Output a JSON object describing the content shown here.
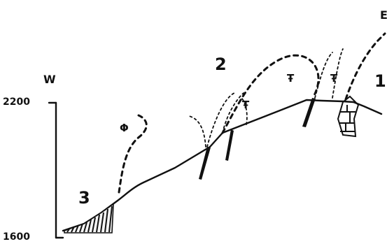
{
  "figure": {
    "side_left": "W",
    "side_right": "E",
    "elevations": [
      "2200",
      "1600"
    ],
    "zones": [
      "1",
      "2",
      "3"
    ],
    "symbols": [
      "Φ",
      "Ŧ",
      "Ŧ",
      "Ŧ"
    ]
  },
  "colors": {
    "ink": "#111111",
    "paper": "#ffffff"
  }
}
